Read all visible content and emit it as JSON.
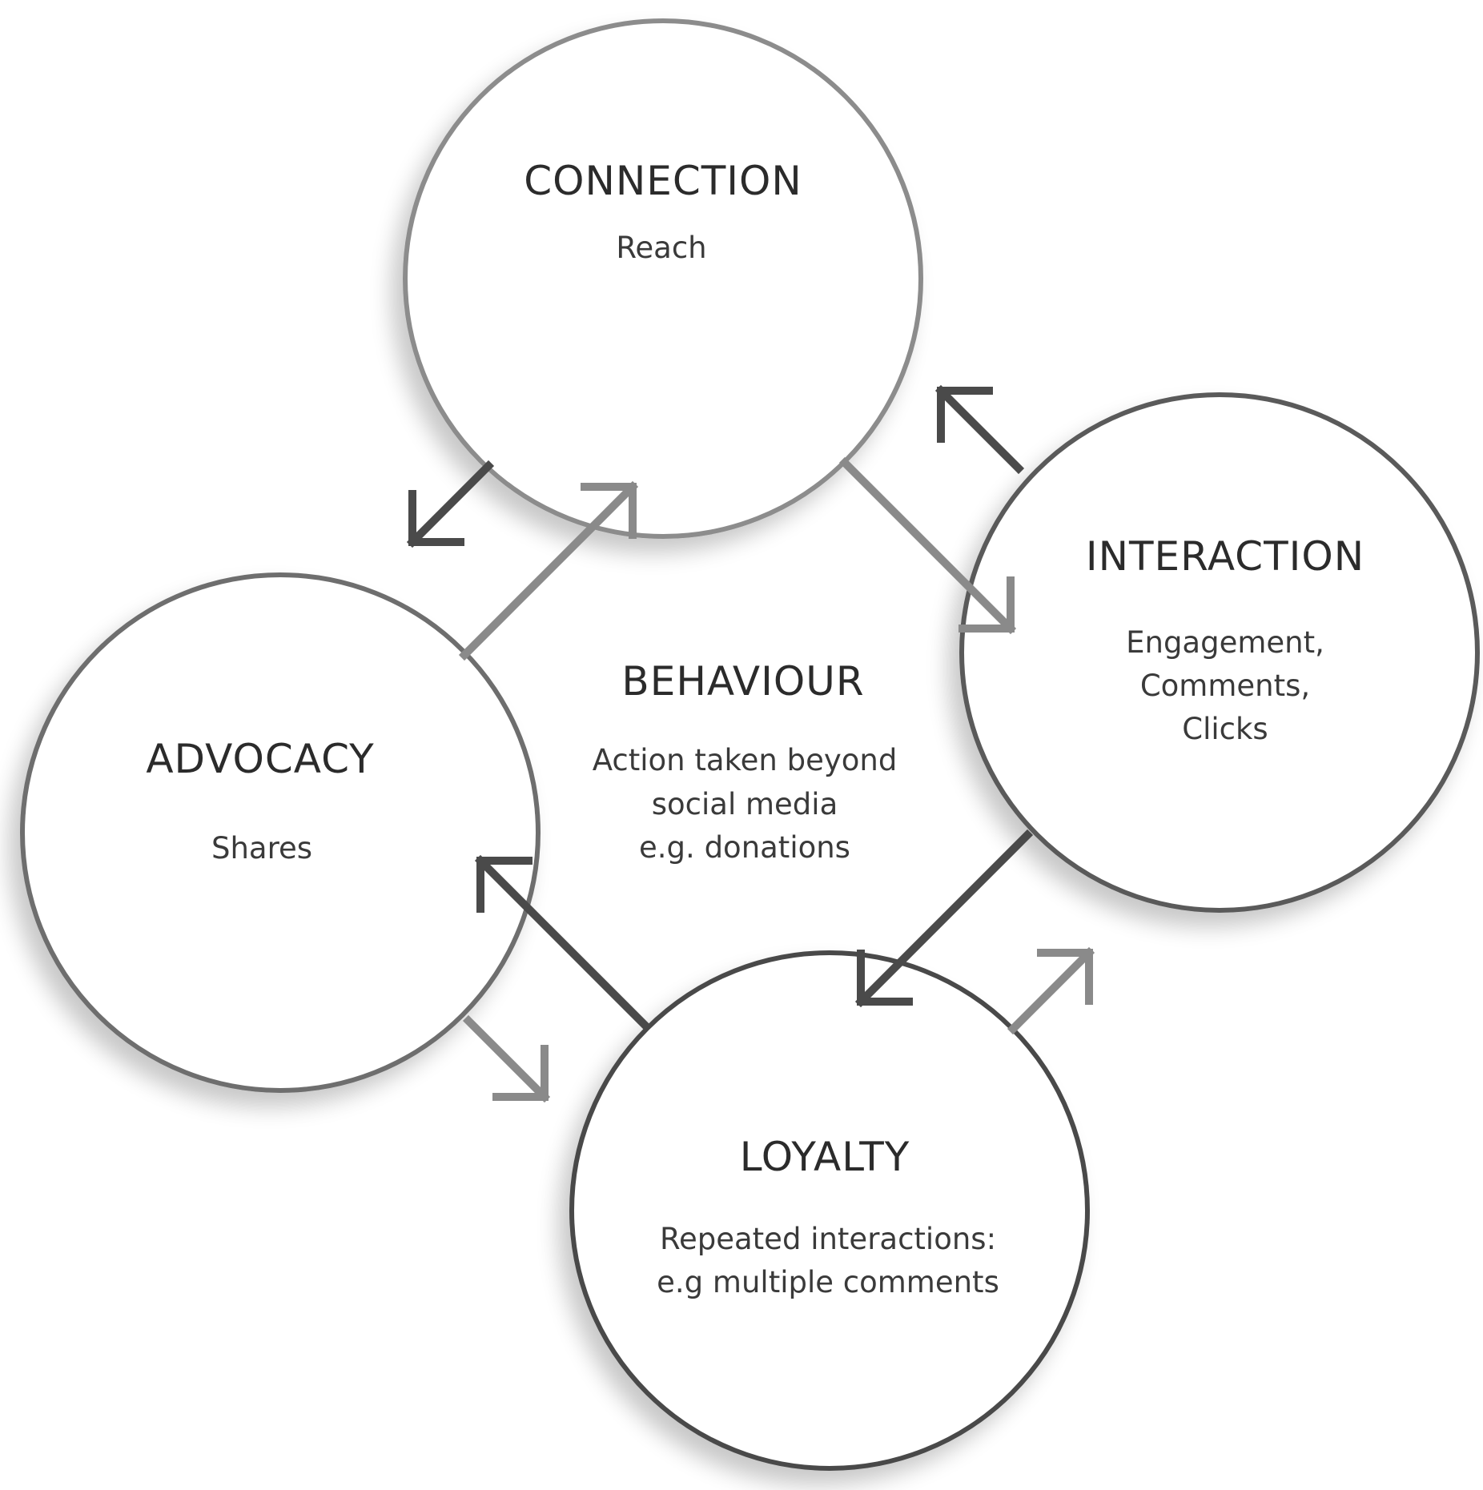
{
  "diagram": {
    "center": {
      "title": "BEHAVIOUR",
      "lines": [
        "Action taken beyond",
        "social media",
        "e.g. donations"
      ]
    },
    "nodes": {
      "connection": {
        "title": "CONNECTION",
        "lines": [
          "Reach"
        ]
      },
      "interaction": {
        "title": "INTERACTION",
        "lines": [
          "Engagement,",
          "Comments,",
          "Clicks"
        ]
      },
      "loyalty": {
        "title": "LOYALTY",
        "lines": [
          "Repeated interactions:",
          "e.g multiple comments"
        ]
      },
      "advocacy": {
        "title": "ADVOCACY",
        "lines": [
          "Shares"
        ]
      }
    },
    "colors": {
      "connection_outline": "#8c8c8c",
      "interaction_outline": "#5a5a5a",
      "loyalty_outline": "#4a4a4a",
      "advocacy_outline": "#6e6e6e",
      "arrow_dark": "#4a4a4a",
      "arrow_light": "#8a8a8a",
      "text": "#2b2b2b"
    }
  }
}
